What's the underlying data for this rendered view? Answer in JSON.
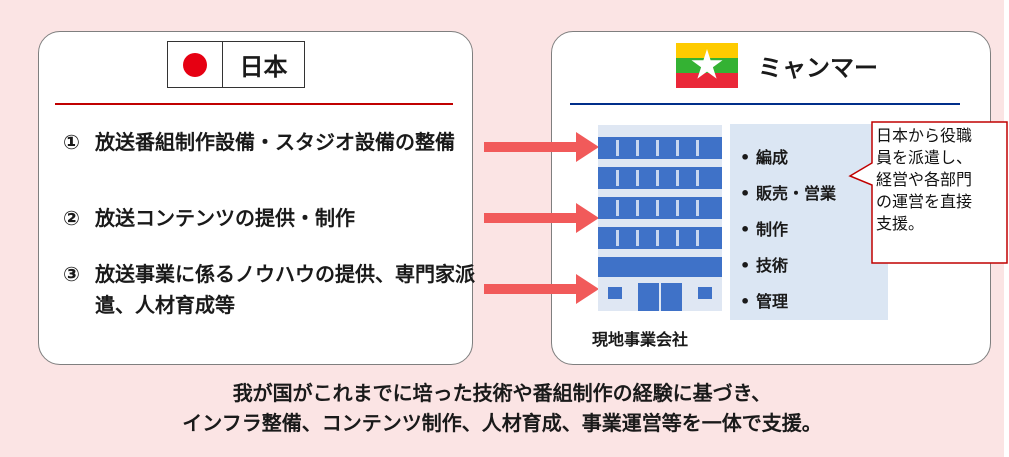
{
  "japan": {
    "title": "日本",
    "items": [
      {
        "num": "①",
        "text": "放送番組制作設備・スタジオ設備の整備"
      },
      {
        "num": "②",
        "text": "放送コンテンツの提供・制作"
      },
      {
        "num": "③",
        "text": "放送事業に係るノウハウの提供、専門家派遣、人材育成等"
      }
    ]
  },
  "myanmar": {
    "title": "ミャンマー",
    "company_label": "現地事業会社",
    "functions": [
      "編成",
      "販売・営業",
      "制作",
      "技術",
      "管理"
    ],
    "callout_lines": [
      "日本から役職",
      "員を派遣し、",
      "経営や各部門",
      "の運営を直接",
      "支援。"
    ]
  },
  "summary": {
    "line1": "我が国がこれまでに培った技術や番組制作の経験に基づき、",
    "line2": "インフラ整備、コンテンツ制作、人材育成、事業運営等を一体で支援。"
  },
  "colors": {
    "background": "#fbe4e4",
    "japan_rule": "#c00000",
    "myanmar_rule": "#002e8a",
    "arrow": "#f15a5a",
    "functions_box": "#dbe6f3",
    "callout_border": "#c00000"
  },
  "icons": {
    "japan_flag": "japan-flag-icon",
    "myanmar_flag": "myanmar-flag-icon",
    "building": "office-building-icon",
    "arrow": "right-arrow-icon"
  }
}
